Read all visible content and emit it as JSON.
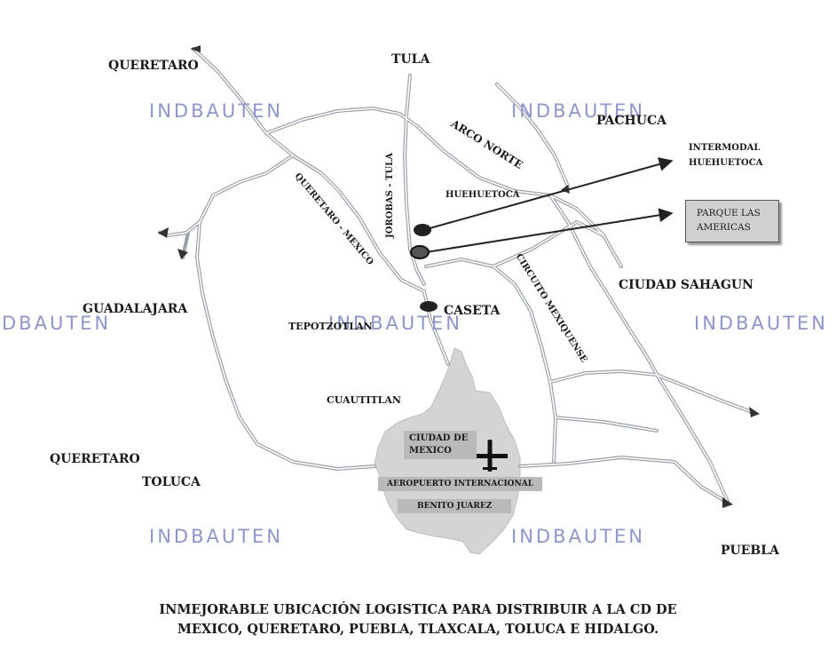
{
  "map": {
    "regions": {
      "queretaro_top": "QUERETARO",
      "tula": "TULA",
      "pachuca": "PACHUCA",
      "guadalajara": "GUADALAJARA",
      "ciudad_sahagun": "CIUDAD SAHAGUN",
      "queretaro_bottom": "QUERETARO",
      "toluca": "TOLUCA",
      "puebla": "PUEBLA"
    },
    "roads": {
      "arco_norte": "ARCO NORTE",
      "jorobas_tula": "JOROBAS - TULA",
      "queretaro_mexico": "QUERETARO - MEXICO",
      "circuito_mexiquense": "CIRCUITO MEXIQUENSE"
    },
    "places": {
      "huehuetoca": "HUEHUETOCA",
      "tepotzotlan": "TEPOTZOTLAN",
      "cuautitlan": "CUAUTITLAN",
      "caseta": "CASETA"
    },
    "callouts": {
      "intermodal_line1": "INTERMODAL",
      "intermodal_line2": "HUEHUETOCA",
      "parque_line1": "PARQUE LAS",
      "parque_line2": "AMERICAS"
    },
    "city": {
      "ciudad_line1": "CIUDAD DE",
      "ciudad_line2": "MEXICO",
      "aeropuerto": "AEROPUERTO INTERNACIONAL",
      "benito": "BENITO JUAREZ"
    },
    "watermark": "INDBAUTEN",
    "watermark_partial": "DBAUTEN",
    "watermark_color": "#8f94c9",
    "city_area_color": "#d4d4d4",
    "road_color": "#9aa0a8"
  },
  "caption": {
    "line1": "INMEJORABLE UBICACIÓN LOGISTICA  PARA  DISTRIBUIR A LA CD DE",
    "line2": "MEXICO, QUERETARO, PUEBLA, TLAXCALA, TOLUCA  E  HIDALGO."
  }
}
